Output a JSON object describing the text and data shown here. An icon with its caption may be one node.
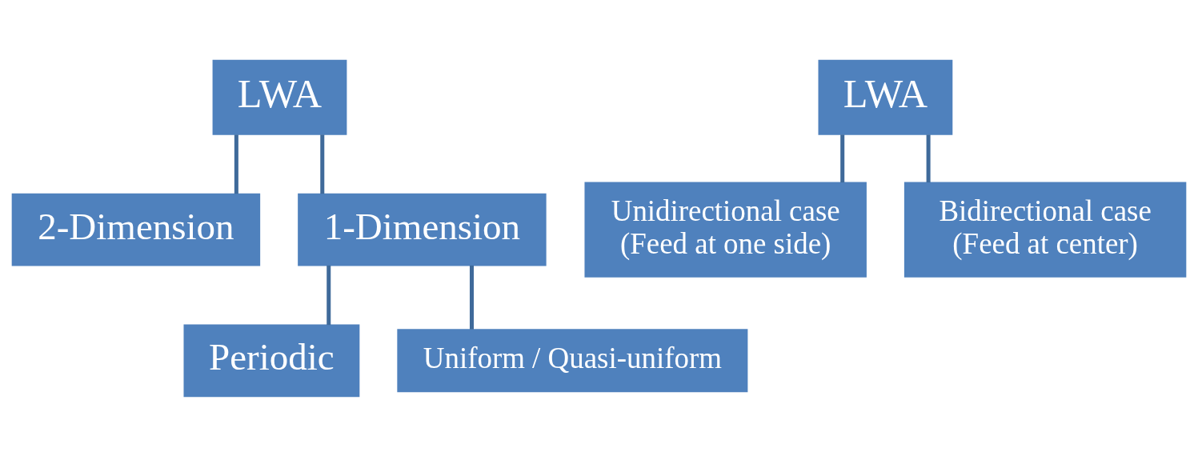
{
  "diagram": {
    "nodes": [
      {
        "text": [
          "LWA"
        ]
      },
      {
        "text": [
          "2-Dimension"
        ]
      },
      {
        "text": [
          "1-Dimension"
        ]
      },
      {
        "text": [
          "Periodic"
        ]
      },
      {
        "text": [
          "Uniform / Quasi-uniform"
        ]
      },
      {
        "text": [
          "LWA"
        ]
      },
      {
        "text": [
          "Unidirectional case",
          "(Feed at one side)"
        ]
      },
      {
        "text": [
          "Bidirectional case",
          "(Feed at center)"
        ]
      }
    ],
    "edges": [
      {
        "from": 0,
        "to": 1,
        "arrow": "none"
      },
      {
        "from": 0,
        "to": 2,
        "arrow": "none"
      },
      {
        "from": 2,
        "to": 3,
        "arrow": "none"
      },
      {
        "from": 2,
        "to": 4,
        "arrow": "none"
      },
      {
        "from": 5,
        "to": 6,
        "arrow": "none"
      },
      {
        "from": 5,
        "to": 7,
        "arrow": "none"
      }
    ]
  }
}
